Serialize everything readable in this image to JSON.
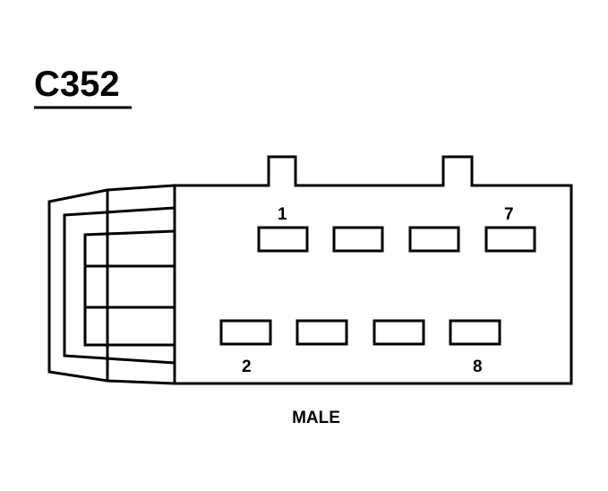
{
  "connector": {
    "id": "C352",
    "gender": "MALE"
  },
  "pins": {
    "top_left": "1",
    "top_right": "7",
    "bottom_left": "2",
    "bottom_right": "8"
  },
  "colors": {
    "line": "#000000",
    "background": "#ffffff"
  }
}
